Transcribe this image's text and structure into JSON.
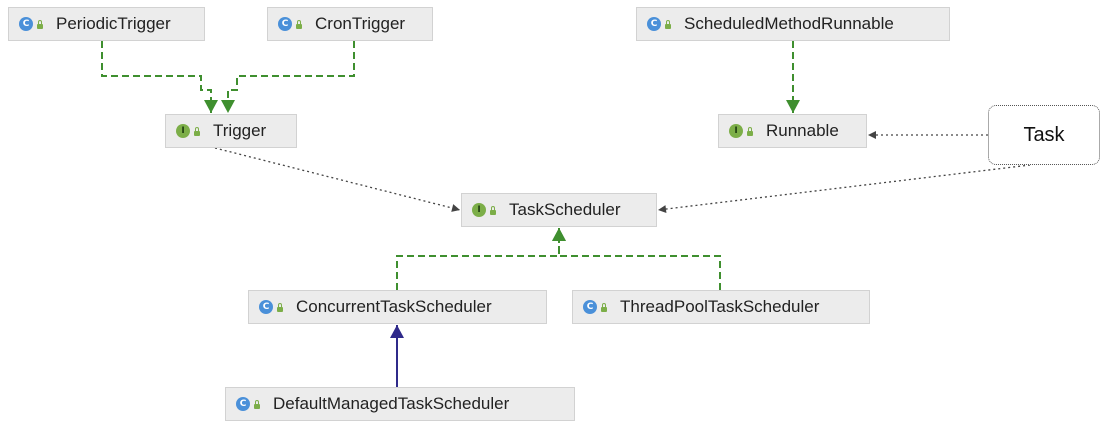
{
  "colors": {
    "class_badge": "#4a90d9",
    "interface_badge": "#7cae48",
    "implements_edge": "#3f8f2f",
    "extends_edge": "#2f2a8a",
    "dependency_edge": "#444444",
    "node_fill": "#ececec"
  },
  "badge_glyphs": {
    "class": "C",
    "interface": "I"
  },
  "nodes": [
    {
      "id": "PeriodicTrigger",
      "label": "PeriodicTrigger",
      "kind": "class"
    },
    {
      "id": "CronTrigger",
      "label": "CronTrigger",
      "kind": "class"
    },
    {
      "id": "ScheduledMethodRunnable",
      "label": "ScheduledMethodRunnable",
      "kind": "class"
    },
    {
      "id": "Trigger",
      "label": "Trigger",
      "kind": "interface"
    },
    {
      "id": "Runnable",
      "label": "Runnable",
      "kind": "interface"
    },
    {
      "id": "Task",
      "label": "Task",
      "kind": "note"
    },
    {
      "id": "TaskScheduler",
      "label": "TaskScheduler",
      "kind": "interface"
    },
    {
      "id": "ConcurrentTaskScheduler",
      "label": "ConcurrentTaskScheduler",
      "kind": "class"
    },
    {
      "id": "ThreadPoolTaskScheduler",
      "label": "ThreadPoolTaskScheduler",
      "kind": "class"
    },
    {
      "id": "DefaultManagedTaskScheduler",
      "label": "DefaultManagedTaskScheduler",
      "kind": "class"
    }
  ],
  "edges": [
    {
      "from": "PeriodicTrigger",
      "to": "Trigger",
      "type": "implements"
    },
    {
      "from": "CronTrigger",
      "to": "Trigger",
      "type": "implements"
    },
    {
      "from": "ScheduledMethodRunnable",
      "to": "Runnable",
      "type": "implements"
    },
    {
      "from": "Task",
      "to": "Runnable",
      "type": "dependency"
    },
    {
      "from": "Trigger",
      "to": "TaskScheduler",
      "type": "dependency"
    },
    {
      "from": "Task",
      "to": "TaskScheduler",
      "type": "dependency"
    },
    {
      "from": "ConcurrentTaskScheduler",
      "to": "TaskScheduler",
      "type": "implements"
    },
    {
      "from": "ThreadPoolTaskScheduler",
      "to": "TaskScheduler",
      "type": "implements"
    },
    {
      "from": "DefaultManagedTaskScheduler",
      "to": "ConcurrentTaskScheduler",
      "type": "extends"
    }
  ]
}
